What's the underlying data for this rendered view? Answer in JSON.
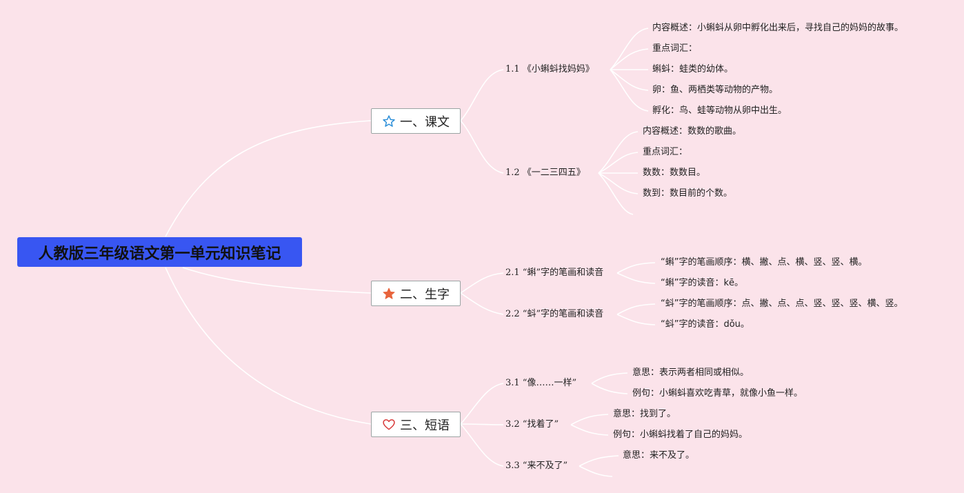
{
  "root": {
    "title": "人教版三年级语文第一单元知识笔记"
  },
  "branches": [
    {
      "label": "一、课文",
      "icon": "star-outline-icon",
      "topics": [
        {
          "label": "1.1 《小蝌蚪找妈妈》",
          "leaves": [
            "内容概述：小蝌蚪从卵中孵化出来后，寻找自己的妈妈的故事。",
            "重点词汇：",
            "蝌蚪：蛙类的幼体。",
            "卵：鱼、两栖类等动物的产物。",
            "孵化：鸟、蛙等动物从卵中出生。"
          ]
        },
        {
          "label": "1.2 《一二三四五》",
          "leaves": [
            "内容概述：数数的歌曲。",
            "重点词汇：",
            "数数：数数目。",
            "数到：数目前的个数。"
          ]
        }
      ]
    },
    {
      "label": "二、生字",
      "icon": "star-filled-icon",
      "topics": [
        {
          "label": "2.1 “蝌”字的笔画和读音",
          "leaves": [
            "“蝌”字的笔画顺序：横、撇、点、横、竖、竖、横。",
            "“蝌”字的读音：kē。"
          ]
        },
        {
          "label": "2.2 “蚪”字的笔画和读音",
          "leaves": [
            "“蚪”字的笔画顺序：点、撇、点、点、竖、竖、竖、横、竖。",
            "“蚪”字的读音：dǒu。"
          ]
        }
      ]
    },
    {
      "label": "三、短语",
      "icon": "heart-icon",
      "topics": [
        {
          "label": "3.1 “像……一样”",
          "leaves": [
            "意思：表示两者相同或相似。",
            "例句：小蝌蚪喜欢吃青草，就像小鱼一样。"
          ]
        },
        {
          "label": "3.2 “找着了”",
          "leaves": [
            "意思：找到了。",
            "例句：小蝌蚪找着了自己的妈妈。"
          ]
        },
        {
          "label": "3.3 “来不及了”",
          "leaves": [
            "意思：来不及了。"
          ]
        }
      ]
    }
  ]
}
